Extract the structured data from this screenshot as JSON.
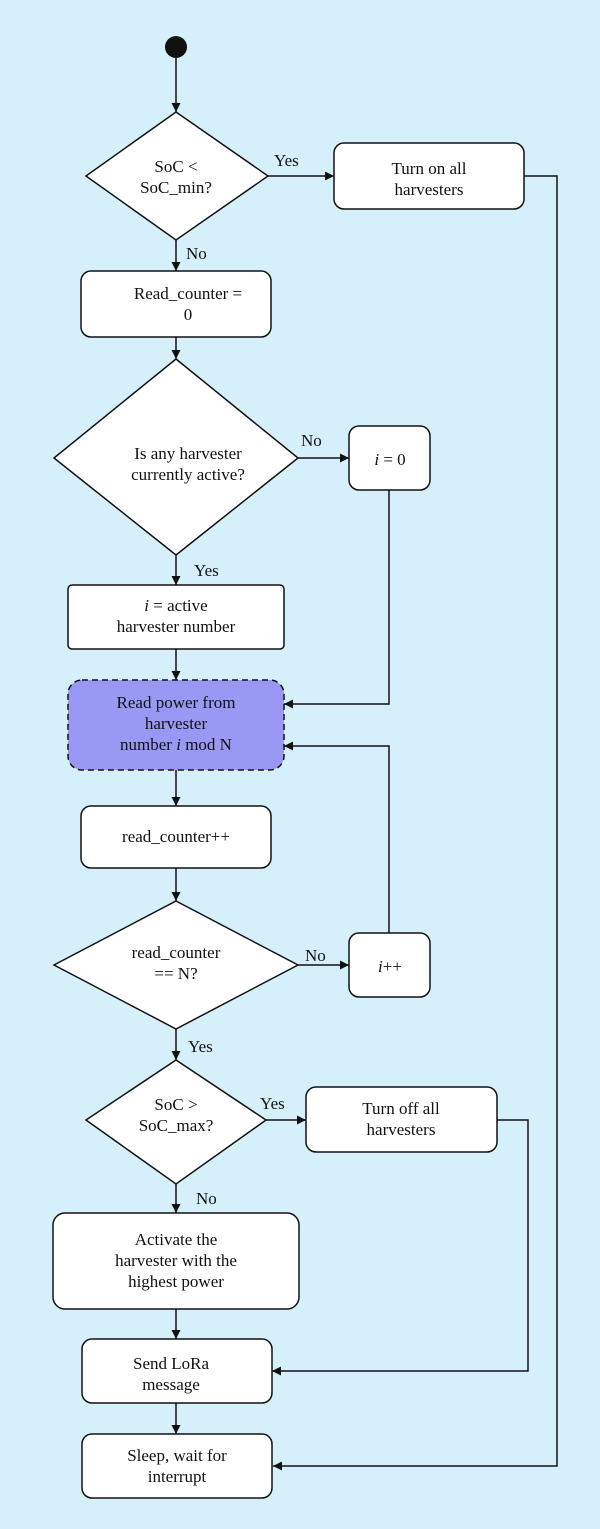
{
  "colors": {
    "background": "#d6f0fb",
    "node_fill": "#ffffff",
    "highlight_fill": "#9999f5",
    "stroke": "#111111"
  },
  "nodes": {
    "soc_min": {
      "line1": "SoC <",
      "line2": "SoC_min?"
    },
    "turn_on": {
      "line1": "Turn on all",
      "line2": "harvesters"
    },
    "read_counter_zero": {
      "line1": "Read_counter =",
      "line2": "0"
    },
    "any_active": {
      "line1": "Is any harvester",
      "line2": "currently active?"
    },
    "i_zero": {
      "var": "i",
      "rest": " = 0"
    },
    "i_active": {
      "var": "i",
      "rest1": " = active",
      "line2": "harvester number"
    },
    "read_power": {
      "line1": "Read power from",
      "line2": "harvester",
      "line3_pre": "number ",
      "var": "i",
      "line3_post": " mod N"
    },
    "read_counter_inc": {
      "line1": "read_counter++"
    },
    "counter_eq_n": {
      "line1": "read_counter",
      "line2": "== N?"
    },
    "i_inc": {
      "var": "i",
      "rest": "++"
    },
    "soc_max": {
      "line1": "SoC >",
      "line2": "SoC_max?"
    },
    "turn_off": {
      "line1": "Turn off all",
      "line2": "harvesters"
    },
    "activate": {
      "line1": "Activate the",
      "line2": "harvester with the",
      "line3": "highest power"
    },
    "send_lora": {
      "line1": "Send LoRa",
      "line2": "message"
    },
    "sleep": {
      "line1": "Sleep, wait for",
      "line2": "interrupt"
    }
  },
  "edge_labels": {
    "soc_min_yes": "Yes",
    "soc_min_no": "No",
    "any_active_no": "No",
    "any_active_yes": "Yes",
    "counter_no": "No",
    "counter_yes": "Yes",
    "soc_max_yes": "Yes",
    "soc_max_no": "No"
  }
}
